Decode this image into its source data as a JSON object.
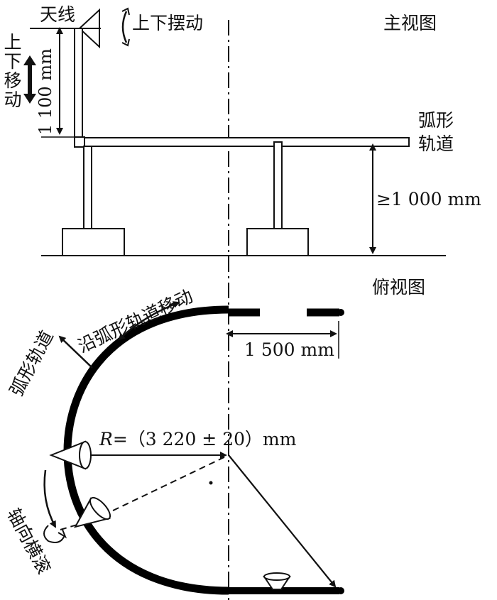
{
  "labels": {
    "antenna": "天线",
    "swing": "上下摆动",
    "front_view": "主视图",
    "vertical_move": "上下移动",
    "height_1100": "1 100 mm",
    "arc_rail": "弧形轨道",
    "height_ge_1000": "≥1 000 mm",
    "top_view": "俯视图",
    "arc_rail_side": "弧形轨道",
    "move_along_rail": "沿弧形轨道移动",
    "width_1500": "1 500 mm",
    "radius_prefix": "R=",
    "radius_value": "（3 220 ± 20）mm",
    "axial_roll": "轴向横滚"
  },
  "colors": {
    "ink": "#111111",
    "rail": "#000000",
    "background": "#ffffff"
  }
}
